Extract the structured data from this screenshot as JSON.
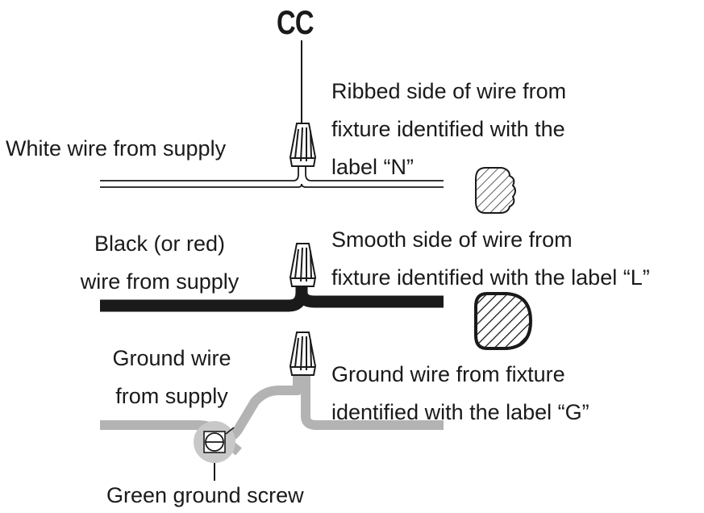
{
  "title": "CC",
  "labels": {
    "white_supply": "White wire from supply",
    "ribbed": [
      "Ribbed side of wire from",
      "fixture identified with the",
      "label “N”"
    ],
    "black_supply": [
      "Black (or red)",
      "wire from supply"
    ],
    "smooth": [
      "Smooth side of wire from",
      "fixture identified with the label “L”"
    ],
    "ground_supply": [
      "Ground wire",
      "from supply"
    ],
    "ground_fixture": [
      "Ground wire from fixture",
      "identified with the label “G”"
    ],
    "screw": "Green ground screw"
  },
  "colors": {
    "ink": "#1a1a1a",
    "ground_wire": "#b3b3b3",
    "screw_ring": "#c8c8c8",
    "background": "#ffffff"
  }
}
